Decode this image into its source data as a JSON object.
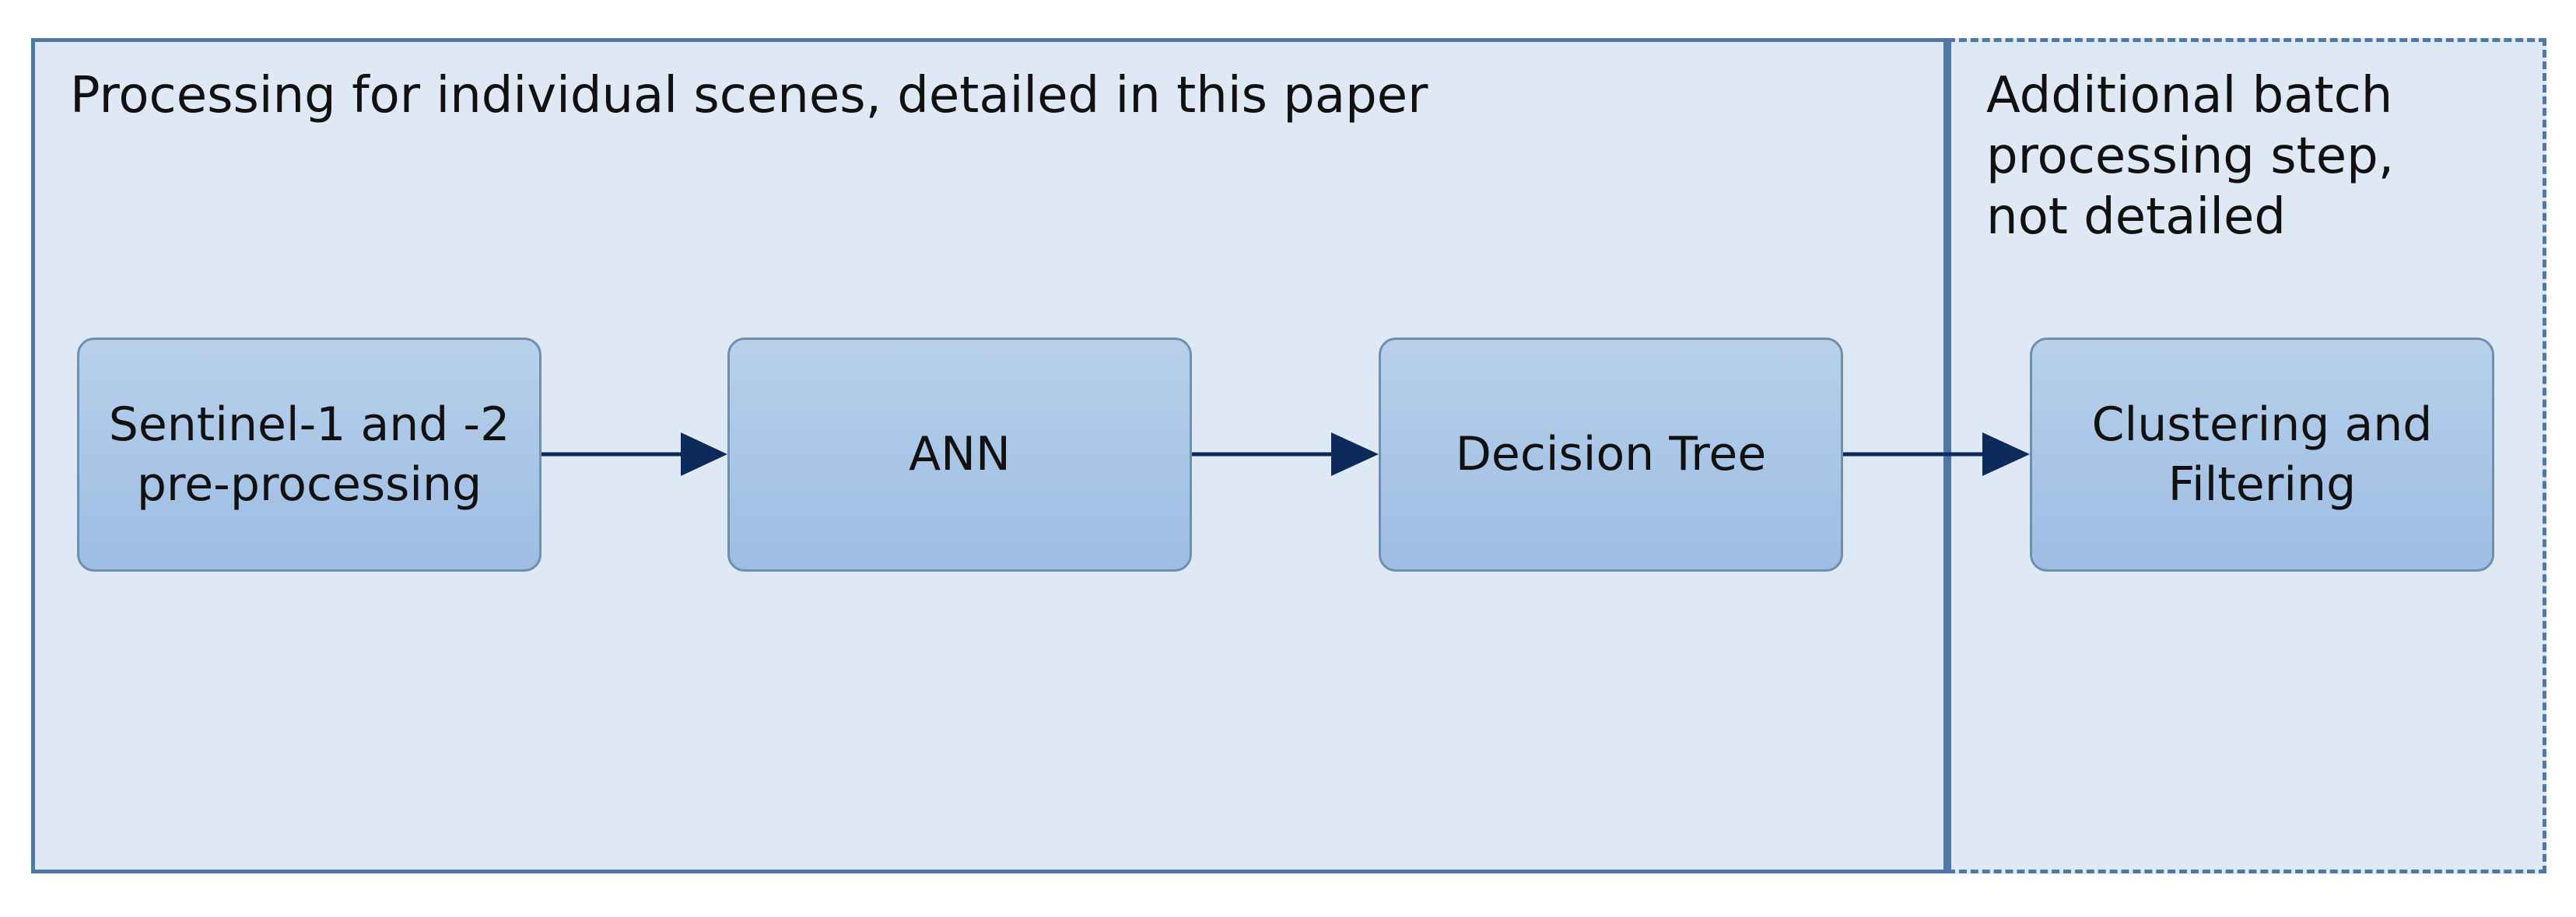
{
  "diagram": {
    "regions": {
      "main": {
        "title": "Processing for individual scenes, detailed in this paper"
      },
      "batch": {
        "title": "Additional batch\nprocessing step,\nnot detailed"
      }
    },
    "steps": [
      {
        "label": "Sentinel-1 and -2\npre-processing"
      },
      {
        "label": "ANN"
      },
      {
        "label": "Decision Tree"
      },
      {
        "label": "Clustering and\nFiltering"
      }
    ],
    "colors": {
      "region_fill": "#dfe9f5",
      "region_border": "#4e79a7",
      "box_fill_top": "#b8d0ea",
      "box_fill_bottom": "#9dbde3",
      "box_border": "#6f8faf",
      "arrow": "#0d2a5c"
    }
  }
}
